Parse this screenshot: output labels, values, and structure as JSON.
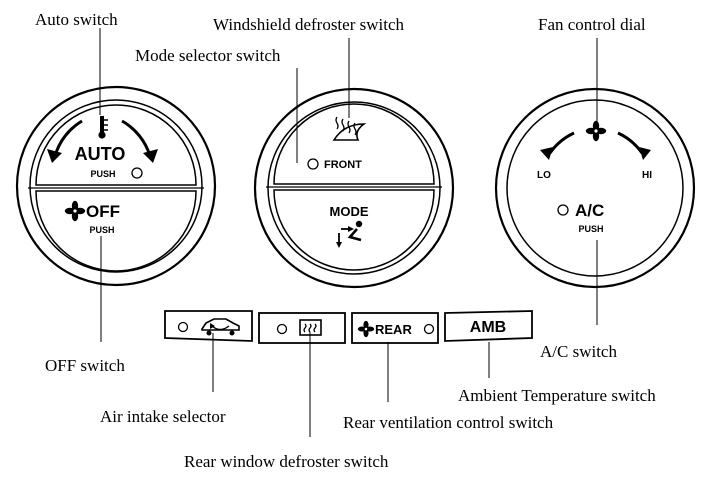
{
  "callouts": {
    "auto_switch": "Auto switch",
    "windshield_defroster": "Windshield defroster switch",
    "mode_selector": "Mode selector switch",
    "fan_control": "Fan control dial",
    "off_switch": "OFF switch",
    "ac_switch": "A/C switch",
    "ambient_temp": "Ambient Temperature switch",
    "air_intake": "Air intake selector",
    "rear_vent": "Rear ventilation control switch",
    "rear_defroster": "Rear window defroster switch"
  },
  "panel_labels": {
    "auto": "AUTO",
    "auto_push": "PUSH",
    "off": "OFF",
    "off_push": "PUSH",
    "front": "FRONT",
    "mode": "MODE",
    "lo": "LO",
    "hi": "HI",
    "ac": "A/C",
    "ac_push": "PUSH",
    "rear": "REAR",
    "amb": "AMB"
  },
  "icons": {
    "thermometer": "thermometer-icon",
    "fan": "fan-icon",
    "windshield_defrost": "windshield-defrost-icon",
    "vent_mode": "vent-mode-icon",
    "car_recirculation": "car-recirculation-icon",
    "rear_defrost": "rear-defrost-icon"
  }
}
